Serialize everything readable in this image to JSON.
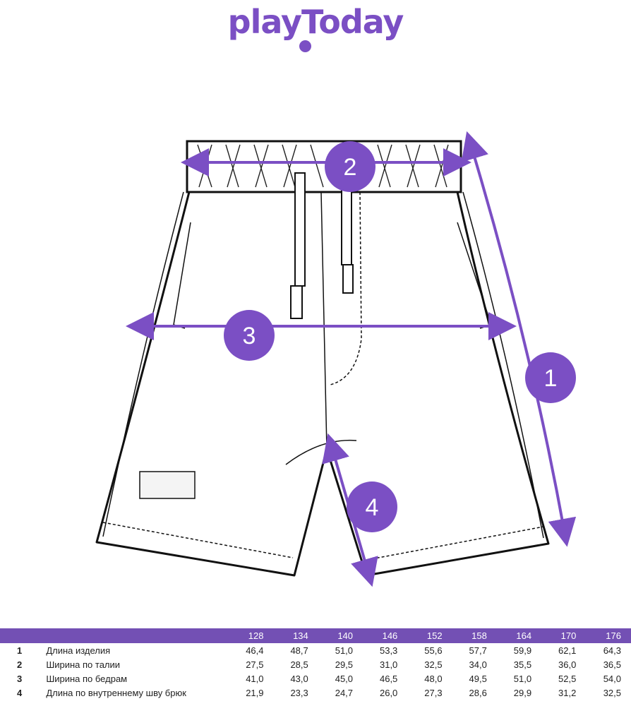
{
  "brand": {
    "logo_text": "playToday",
    "color": "#7b4fc4"
  },
  "markers": [
    {
      "label": "1",
      "meaning": "Длина изделия"
    },
    {
      "label": "2",
      "meaning": "Ширина по талии"
    },
    {
      "label": "3",
      "meaning": "Ширина по бедрам"
    },
    {
      "label": "4",
      "meaning": "Длина по внутреннему шву брюк"
    }
  ],
  "table": {
    "header_color": "#7350b4",
    "sizes": [
      "128",
      "134",
      "140",
      "146",
      "152",
      "158",
      "164",
      "170",
      "176"
    ],
    "rows": [
      {
        "num": "1",
        "name": "Длина изделия",
        "values": [
          "46,4",
          "48,7",
          "51,0",
          "53,3",
          "55,6",
          "57,7",
          "59,9",
          "62,1",
          "64,3"
        ]
      },
      {
        "num": "2",
        "name": "Ширина по талии",
        "values": [
          "27,5",
          "28,5",
          "29,5",
          "31,0",
          "32,5",
          "34,0",
          "35,5",
          "36,0",
          "36,5"
        ]
      },
      {
        "num": "3",
        "name": "Ширина по бедрам",
        "values": [
          "41,0",
          "43,0",
          "45,0",
          "46,5",
          "48,0",
          "49,5",
          "51,0",
          "52,5",
          "54,0"
        ]
      },
      {
        "num": "4",
        "name": "Длина по внутреннему шву брюк",
        "values": [
          "21,9",
          "23,3",
          "24,7",
          "26,0",
          "27,3",
          "28,6",
          "29,9",
          "31,2",
          "32,5"
        ]
      }
    ]
  }
}
